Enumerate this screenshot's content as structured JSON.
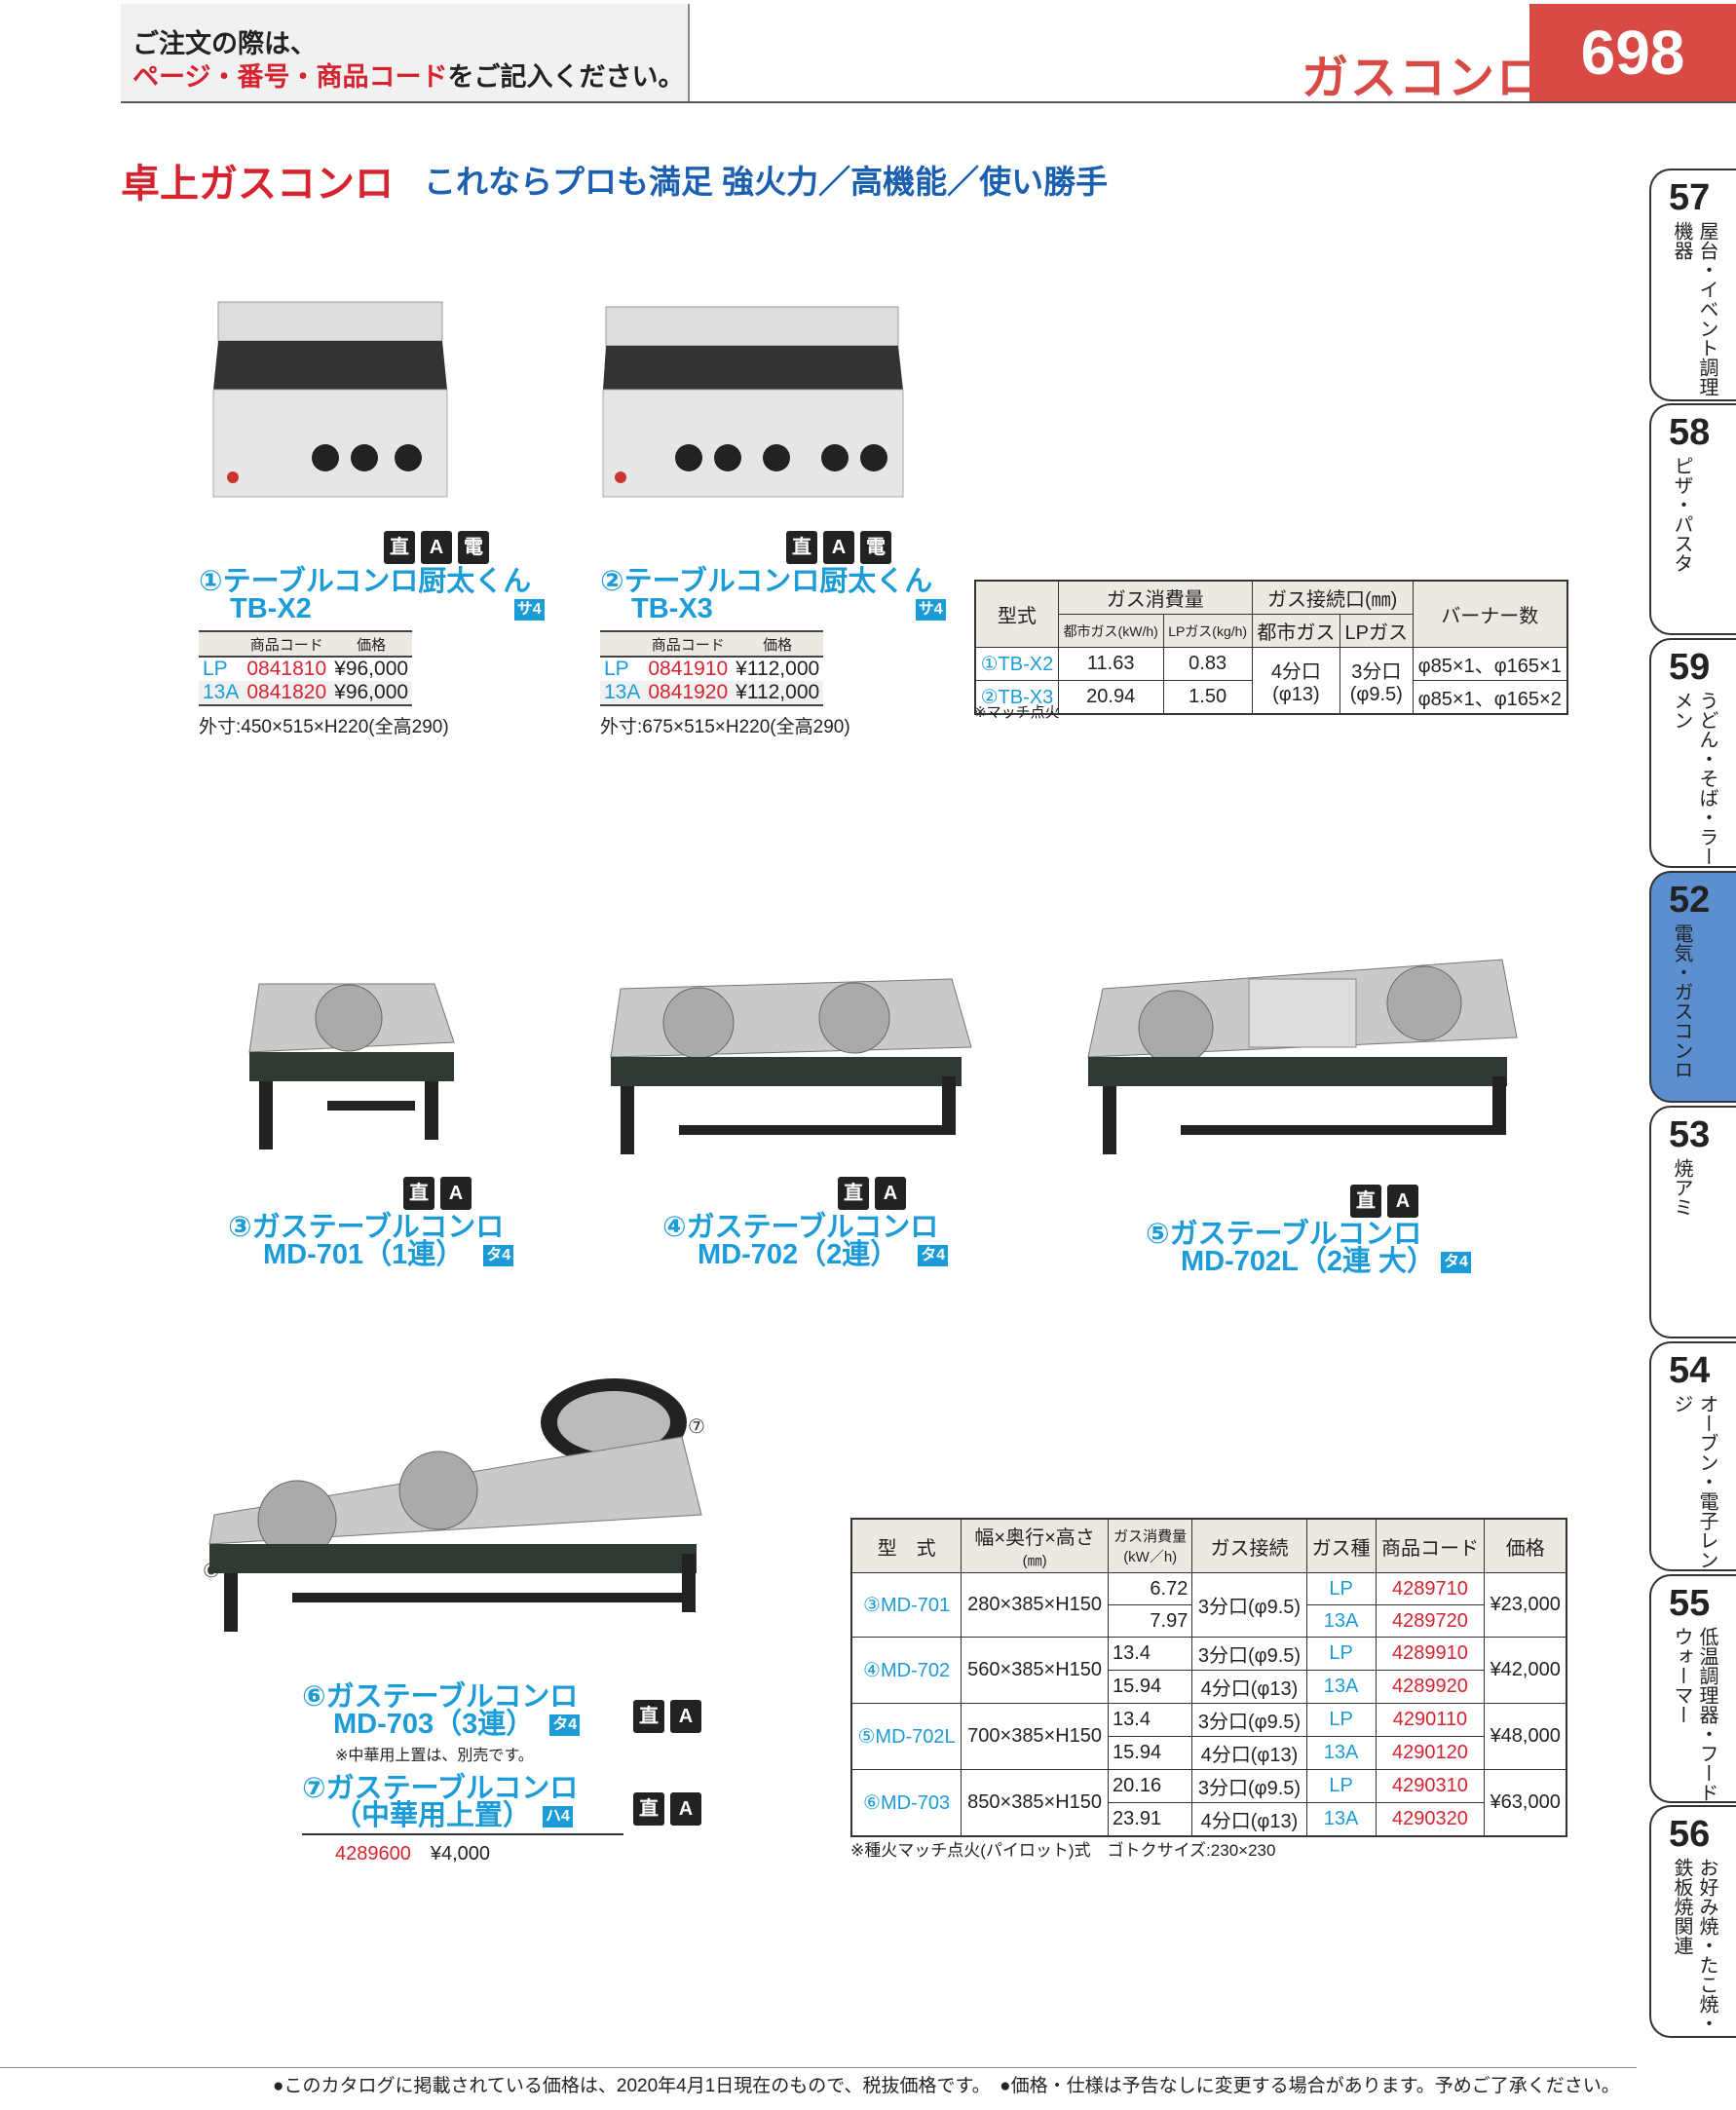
{
  "header": {
    "notice_line1": "ご注文の際は、",
    "notice_line2_red": "ページ・番号・商品コード",
    "notice_line2_rest": "をご記入ください。",
    "category": "ガスコンロ",
    "page_number": "698"
  },
  "title": "卓上ガスコンロ",
  "subtitle": "これならプロも満足 強火力／高機能／使い勝手",
  "icons": {
    "direct": "直",
    "a": "A",
    "phone": "電"
  },
  "products": [
    {
      "no": "①",
      "name": "テーブルコンロ厨太くん",
      "model": "TB-X2",
      "tag": "サ4",
      "price_header": [
        "商品コード",
        "価格"
      ],
      "rows": [
        {
          "gas": "LP",
          "code": "0841810",
          "price": "¥96,000"
        },
        {
          "gas": "13A",
          "code": "0841820",
          "price": "¥96,000"
        }
      ],
      "dims": "外寸:450×515×H220(全高290)"
    },
    {
      "no": "②",
      "name": "テーブルコンロ厨太くん",
      "model": "TB-X3",
      "tag": "サ4",
      "price_header": [
        "商品コード",
        "価格"
      ],
      "rows": [
        {
          "gas": "LP",
          "code": "0841910",
          "price": "¥112,000"
        },
        {
          "gas": "13A",
          "code": "0841920",
          "price": "¥112,000"
        }
      ],
      "dims": "外寸:675×515×H220(全高290)"
    },
    {
      "no": "③",
      "name": "ガステーブルコンロ",
      "model": "MD-701（1連）",
      "tag": "タ4"
    },
    {
      "no": "④",
      "name": "ガステーブルコンロ",
      "model": "MD-702（2連）",
      "tag": "タ4"
    },
    {
      "no": "⑤",
      "name": "ガステーブルコンロ",
      "model": "MD-702L（2連 大）",
      "tag": "タ4"
    },
    {
      "no": "⑥",
      "name": "ガステーブルコンロ",
      "model": "MD-703（3連）",
      "tag": "タ4",
      "note": "※中華用上置は、別売です。"
    },
    {
      "no": "⑦",
      "name": "ガステーブルコンロ",
      "model": "（中華用上置）",
      "tag": "ハ4",
      "code": "4289600",
      "price": "¥4,000"
    }
  ],
  "tb_spec": {
    "headers": {
      "model": "型式",
      "consumption": "ガス消費量",
      "city_kw": "都市ガス(kW/h)",
      "lp_kg": "LPガス(kg/h)",
      "connection": "ガス接続口(㎜)",
      "city": "都市ガス",
      "lp": "LPガス",
      "burners": "バーナー数"
    },
    "rows": [
      {
        "model": "①TB-X2",
        "city_kw": "11.63",
        "lp_kg": "0.83",
        "burners": "φ85×1、φ165×1"
      },
      {
        "model": "②TB-X3",
        "city_kw": "20.94",
        "lp_kg": "1.50",
        "burners": "φ85×1、φ165×2"
      }
    ],
    "city_conn": "4分口",
    "city_conn_d": "(φ13)",
    "lp_conn": "3分口",
    "lp_conn_d": "(φ9.5)",
    "note": "※マッチ点火"
  },
  "md_spec": {
    "headers": {
      "model": "型　式",
      "dims": "幅×奥行×高さ",
      "dims_unit": "(㎜)",
      "consumption": "ガス消費量",
      "consumption_unit": "(kW／h)",
      "connection": "ガス接続",
      "gas": "ガス種",
      "code": "商品コード",
      "price": "価格"
    },
    "rows": [
      {
        "model": "③MD-701",
        "dims": "280×385×H150",
        "price": "¥23,000",
        "sub": [
          {
            "kw": "6.72",
            "conn": "3分口(φ9.5)",
            "gas": "LP",
            "code": "4289710"
          },
          {
            "kw": "7.97",
            "conn": "",
            "gas": "13A",
            "code": "4289720"
          }
        ]
      },
      {
        "model": "④MD-702",
        "dims": "560×385×H150",
        "price": "¥42,000",
        "sub": [
          {
            "kw": "13.4",
            "conn": "3分口(φ9.5)",
            "gas": "LP",
            "code": "4289910"
          },
          {
            "kw": "15.94",
            "conn": "4分口(φ13)",
            "gas": "13A",
            "code": "4289920"
          }
        ]
      },
      {
        "model": "⑤MD-702L",
        "dims": "700×385×H150",
        "price": "¥48,000",
        "sub": [
          {
            "kw": "13.4",
            "conn": "3分口(φ9.5)",
            "gas": "LP",
            "code": "4290110"
          },
          {
            "kw": "15.94",
            "conn": "4分口(φ13)",
            "gas": "13A",
            "code": "4290120"
          }
        ]
      },
      {
        "model": "⑥MD-703",
        "dims": "850×385×H150",
        "price": "¥63,000",
        "sub": [
          {
            "kw": "20.16",
            "conn": "3分口(φ9.5)",
            "gas": "LP",
            "code": "4290310"
          },
          {
            "kw": "23.91",
            "conn": "4分口(φ13)",
            "gas": "13A",
            "code": "4290320"
          }
        ]
      }
    ],
    "note": "※種火マッチ点火(パイロット)式　ゴトクサイズ:230×230"
  },
  "callouts": {
    "six": "⑥",
    "seven": "⑦"
  },
  "side_tabs": [
    {
      "num": "57",
      "label": "屋台・イベント調理機器"
    },
    {
      "num": "58",
      "label": "ピザ・パスタ"
    },
    {
      "num": "59",
      "label": "うどん・そば・ラーメン"
    },
    {
      "num": "52",
      "label": "電気・ガスコンロ"
    },
    {
      "num": "53",
      "label": "焼アミ"
    },
    {
      "num": "54",
      "label": "オーブン・電子レンジ"
    },
    {
      "num": "55",
      "label": "低温調理器・フードウォーマー"
    },
    {
      "num": "56",
      "label": "お好み焼・たこ焼・鉄板焼関連"
    }
  ],
  "footer": "●このカタログに掲載されている価格は、2020年4月1日現在のもので、税抜価格です。　●価格・仕様は予告なしに変更する場合があります。予めご了承ください。",
  "colors": {
    "blue": "#1b9bd7",
    "red": "#d7232f",
    "header_red": "#d84a45",
    "active_tab": "#5b8fd0"
  }
}
